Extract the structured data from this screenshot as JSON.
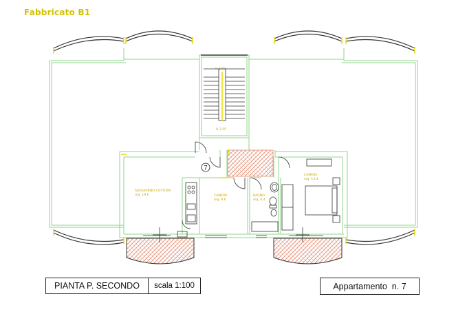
{
  "building_title": "Fabbricato B1",
  "apartment_number": "7",
  "rooms": {
    "stairs": {
      "name": "H.3.00"
    },
    "landing": {
      "name": "H.2.55"
    },
    "living": {
      "name": "SOGGIORNO-COTTURA",
      "area": "mq. 19.6"
    },
    "bedroom_small": {
      "name": "CAMERA",
      "area": "mq. 9.6"
    },
    "bath": {
      "name": "BAGNO",
      "area": "mq. 4.4"
    },
    "bedroom_large": {
      "name": "CAMERA",
      "area": "mq. 14.4"
    }
  },
  "title_block": {
    "plan_name": "PIANTA P. SECONDO",
    "scale": "scala 1:100",
    "apartment_label": "Appartamento  n. 7"
  },
  "colors": {
    "wall": "#8fd68a",
    "yellow": "#e5e000",
    "hatch": "#e0896e",
    "furniture": "#444444"
  }
}
